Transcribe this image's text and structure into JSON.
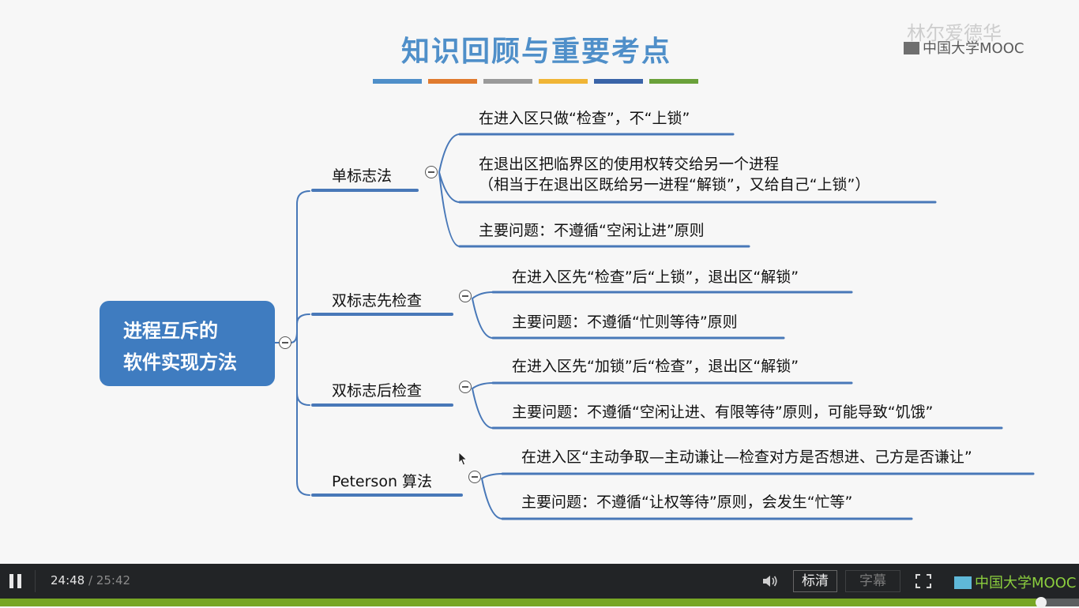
{
  "slide": {
    "title": "知识回顾与重要考点",
    "color_bars": [
      "#4f8fc9",
      "#e07b2f",
      "#9a9a9a",
      "#f0b536",
      "#3a64a8",
      "#6aa13a"
    ],
    "watermark_top": "林尔爱德华",
    "watermark_brand": "中国大学MOOC",
    "root_label_line1": "进程互斥的",
    "root_label_line2": "软件实现方法",
    "branches": [
      {
        "label": "单标志法",
        "leaves": [
          {
            "text": "在进入区只做“检查”，不“上锁”"
          },
          {
            "text": "在退出区把临界区的使用权转交给另一个进程",
            "text2": "（相当于在退出区既给另一进程“解锁”，又给自己“上锁”）"
          },
          {
            "text": "主要问题：不遵循“空闲让进”原则"
          }
        ]
      },
      {
        "label": "双标志先检查",
        "leaves": [
          {
            "text": "在进入区先“检查”后“上锁”，退出区“解锁”"
          },
          {
            "text": "主要问题：不遵循“忙则等待”原则"
          }
        ]
      },
      {
        "label": "双标志后检查",
        "leaves": [
          {
            "text": "在进入区先“加锁”后“检查”，退出区“解锁”"
          },
          {
            "text": "主要问题：不遵循“空闲让进、有限等待”原则，可能导致“饥饿”"
          }
        ]
      },
      {
        "label": "Peterson 算法",
        "leaves": [
          {
            "text": "在进入区“主动争取—主动谦让—检查对方是否想进、己方是否谦让”"
          },
          {
            "text": "主要问题：不遵循“让权等待”原则，会发生“忙等”"
          }
        ]
      }
    ],
    "line_color": "#4878b8"
  },
  "player": {
    "current_time": "24:48",
    "total_time": "/ 25:42",
    "quality_label": "标清",
    "subtitle_label": "字幕",
    "brand": "中国大学MOOC",
    "progress": 0.965,
    "progress_color": "#77a624"
  }
}
